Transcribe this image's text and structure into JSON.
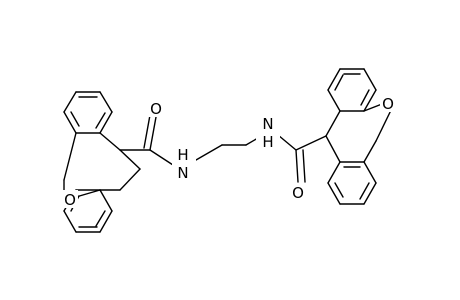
{
  "molecule": {
    "atom_labels": {
      "o_left": "O",
      "o_right": "O",
      "carbonyl_o_left": "O",
      "carbonyl_o_right": "O",
      "n_left": "N",
      "n_right": "N",
      "h_left": "H",
      "h_right": "H"
    }
  }
}
